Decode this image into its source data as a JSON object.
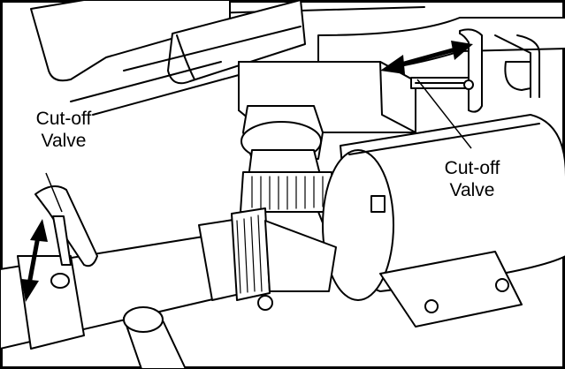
{
  "figure": {
    "callouts": [
      {
        "line1": "Cut-off",
        "line2": "Valve"
      },
      {
        "line1": "Cut-off",
        "line2": "Valve"
      }
    ]
  }
}
